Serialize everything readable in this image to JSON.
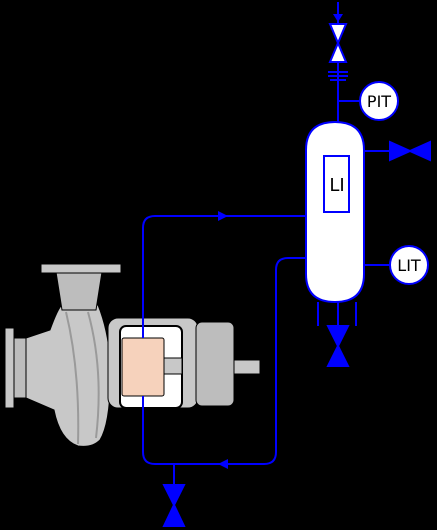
{
  "colors": {
    "background": "#000000",
    "process_line": "#0000ff",
    "vessel_fill": "#ffffff",
    "pump_metal": "#c8c8c8",
    "pump_metal_dark": "#9a9a9a",
    "seal_chamber": "#f6d2bc"
  },
  "instruments": {
    "pit": {
      "tag": "PIT"
    },
    "lit": {
      "tag": "LIT"
    },
    "li": {
      "tag": "LI"
    }
  },
  "equipment": {
    "pump": {
      "icon": "centrifugal-pump-icon"
    },
    "seal_pot": {
      "icon": "vertical-vessel-icon"
    }
  },
  "valves": [
    {
      "id": "inlet",
      "icon": "gate-valve-icon"
    },
    {
      "id": "vent",
      "icon": "gate-valve-icon"
    },
    {
      "id": "vessel-drain",
      "icon": "gate-valve-icon"
    },
    {
      "id": "line-drain",
      "icon": "gate-valve-icon"
    }
  ]
}
